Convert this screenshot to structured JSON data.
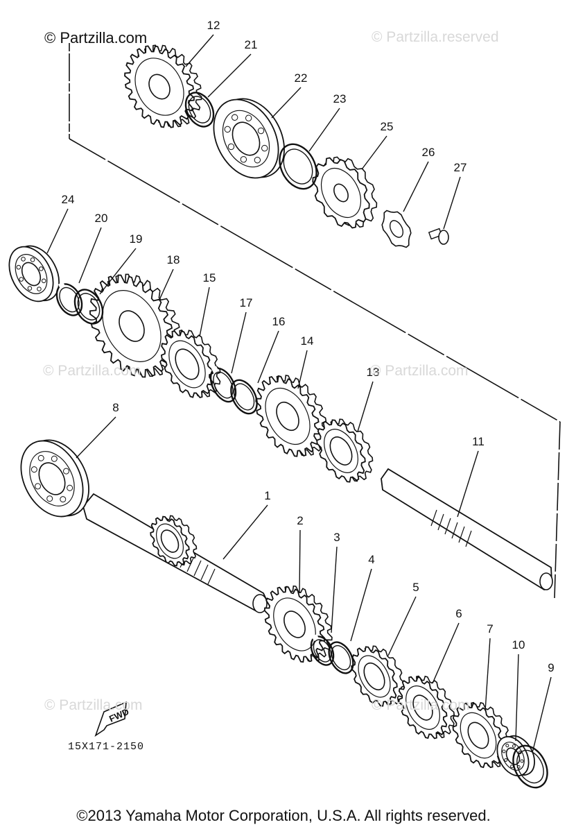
{
  "diagram": {
    "watermarks": [
      "© Partzilla.com",
      "© Partzilla.reserved",
      "© Partzilla.com",
      "© Partzilla.com",
      "© Partzilla.com",
      "© Partzilla.com"
    ],
    "part_labels": [
      "1",
      "2",
      "3",
      "4",
      "5",
      "6",
      "7",
      "8",
      "9",
      "10",
      "11",
      "12",
      "13",
      "14",
      "15",
      "16",
      "17",
      "18",
      "19",
      "20",
      "21",
      "22",
      "23",
      "24",
      "25",
      "26",
      "27"
    ],
    "fwd_label": "FWD",
    "reference_code": "15X171-2150",
    "copyright": "©2013 Yamaha Motor Corporation, U.S.A. All rights reserved."
  }
}
